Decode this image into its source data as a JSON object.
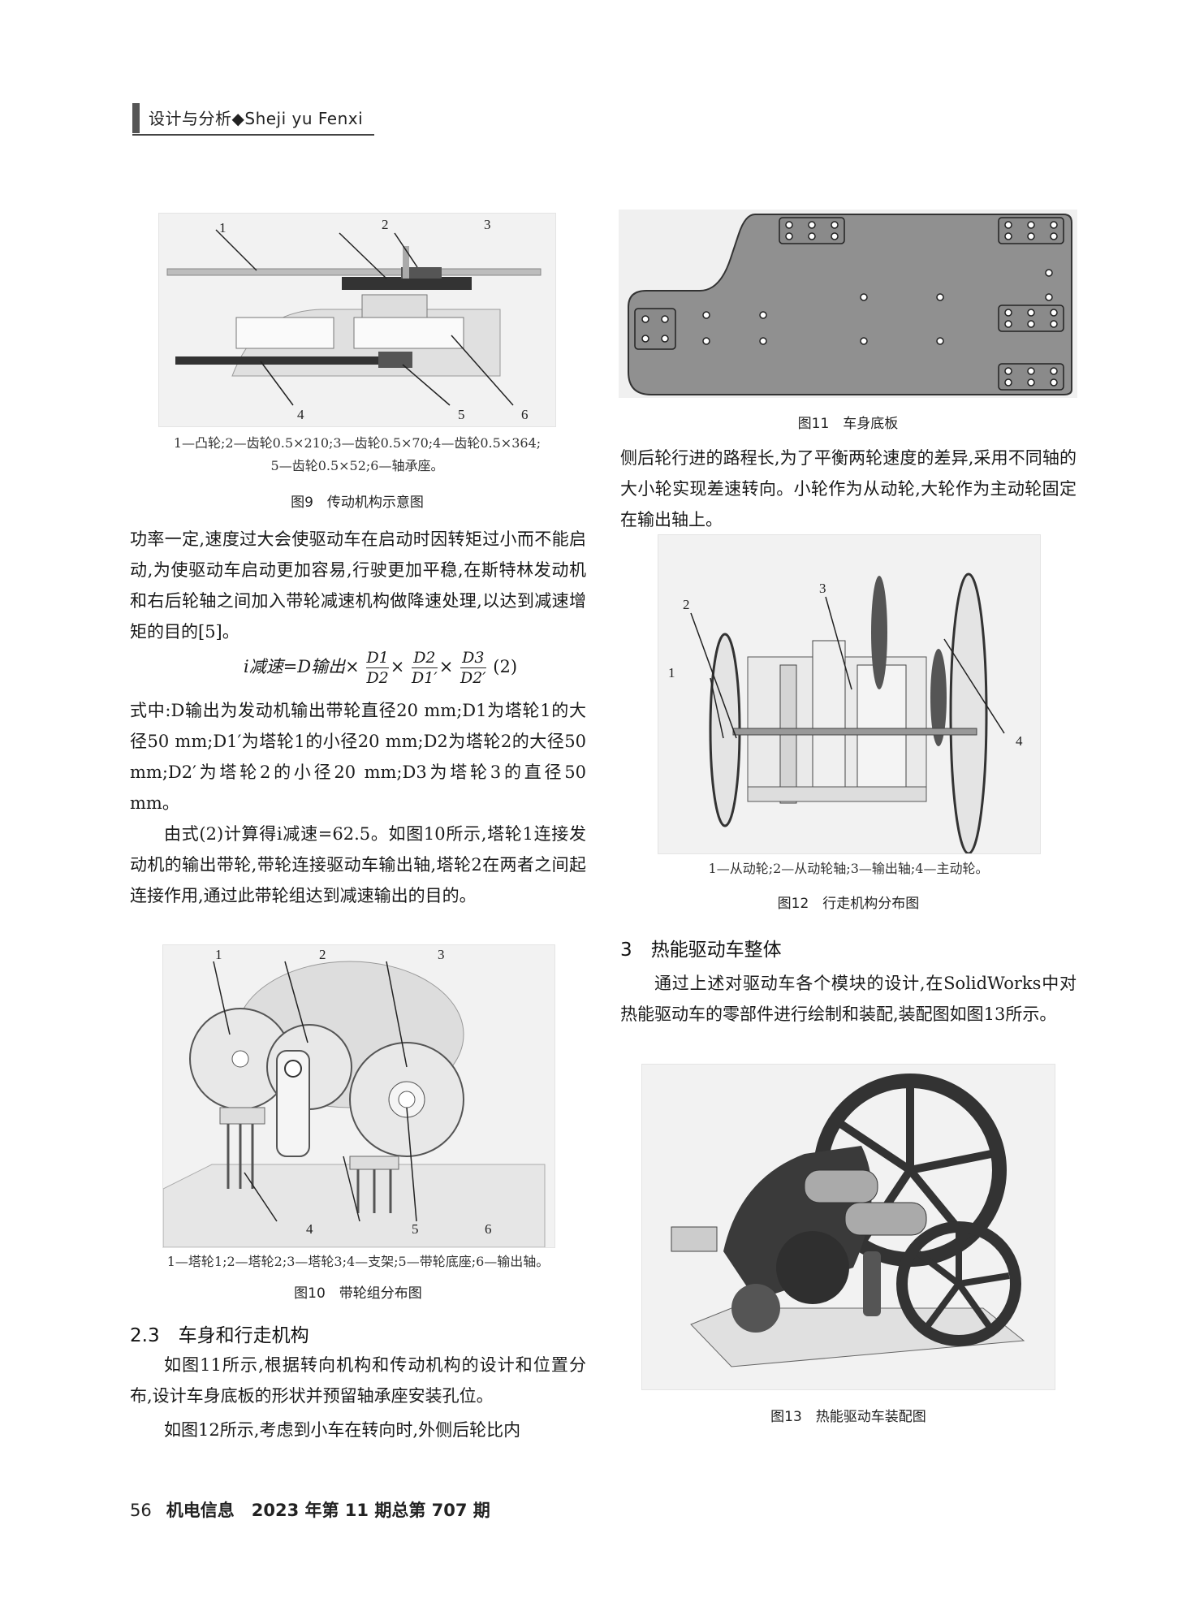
{
  "header": {
    "section": "设计与分析◆Sheji yu Fenxi"
  },
  "fig9": {
    "labels": [
      "1",
      "2",
      "3",
      "4",
      "5",
      "6"
    ],
    "legend_line1": "1—凸轮;2—齿轮0.5×210;3—齿轮0.5×70;4—齿轮0.5×364;",
    "legend_line2": "5—齿轮0.5×52;6—轴承座。",
    "caption": "图9　传动机构示意图"
  },
  "left_text": {
    "p1": "功率一定,速度过大会使驱动车在启动时因转矩过小而不能启动,为使驱动车启动更加容易,行驶更加平稳,在斯特林发动机和右后轮轴之间加入带轮减速机构做降速处理,以达到减速增矩的目的[5]。",
    "formula_lhs": "i减速=D输出×",
    "frac1_num": "D1",
    "frac1_den": "D2",
    "frac2_num": "D2",
    "frac2_den": "D1′",
    "frac3_num": "D3",
    "frac3_den": "D2′",
    "formula_no": "(2)",
    "p2": "式中:D输出为发动机输出带轮直径20 mm;D1为塔轮1的大径50 mm;D1′为塔轮1的小径20 mm;D2为塔轮2的大径50 mm;D2′为塔轮2的小径20 mm;D3为塔轮3的直径50 mm。",
    "p3": "由式(2)计算得i减速=62.5。如图10所示,塔轮1连接发动机的输出带轮,带轮连接驱动车输出轴,塔轮2在两者之间起连接作用,通过此带轮组达到减速输出的目的。"
  },
  "fig10": {
    "labels": [
      "1",
      "2",
      "3",
      "4",
      "5",
      "6"
    ],
    "legend": "1—塔轮1;2—塔轮2;3—塔轮3;4—支架;5—带轮底座;6—输出轴。",
    "caption": "图10　带轮组分布图"
  },
  "section_2_3": {
    "title": "2.3　车身和行走机构",
    "p1": "如图11所示,根据转向机构和传动机构的设计和位置分布,设计车身底板的形状并预留轴承座安装孔位。",
    "p2": "如图12所示,考虑到小车在转向时,外侧后轮比内"
  },
  "fig11": {
    "caption": "图11　车身底板"
  },
  "right_text": {
    "p1": "侧后轮行进的路程长,为了平衡两轮速度的差异,采用不同轴的大小轮实现差速转向。小轮作为从动轮,大轮作为主动轮固定在输出轴上。"
  },
  "fig12": {
    "labels": [
      "1",
      "2",
      "3",
      "4"
    ],
    "legend": "1—从动轮;2—从动轮轴;3—输出轴;4—主动轮。",
    "caption": "图12　行走机构分布图"
  },
  "section_3": {
    "title": "3　热能驱动车整体",
    "p1": "通过上述对驱动车各个模块的设计,在SolidWorks中对热能驱动车的零部件进行绘制和装配,装配图如图13所示。"
  },
  "fig13": {
    "caption": "图13　热能驱动车装配图"
  },
  "footer": {
    "page": "56",
    "journal": "机电信息　2023 年第 11 期总第 707 期"
  }
}
